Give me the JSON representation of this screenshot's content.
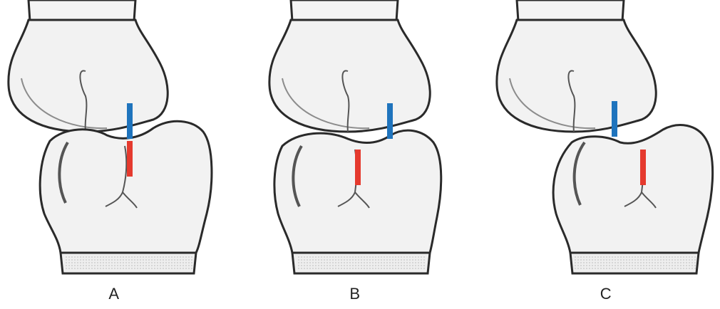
{
  "colors": {
    "upper_marker": "#1f74bd",
    "lower_marker": "#e53a2e",
    "outline": "#2a2a2a",
    "shading": "#8c8c8c"
  },
  "figures": [
    {
      "label": "A"
    },
    {
      "label": "B"
    },
    {
      "label": "C"
    }
  ]
}
